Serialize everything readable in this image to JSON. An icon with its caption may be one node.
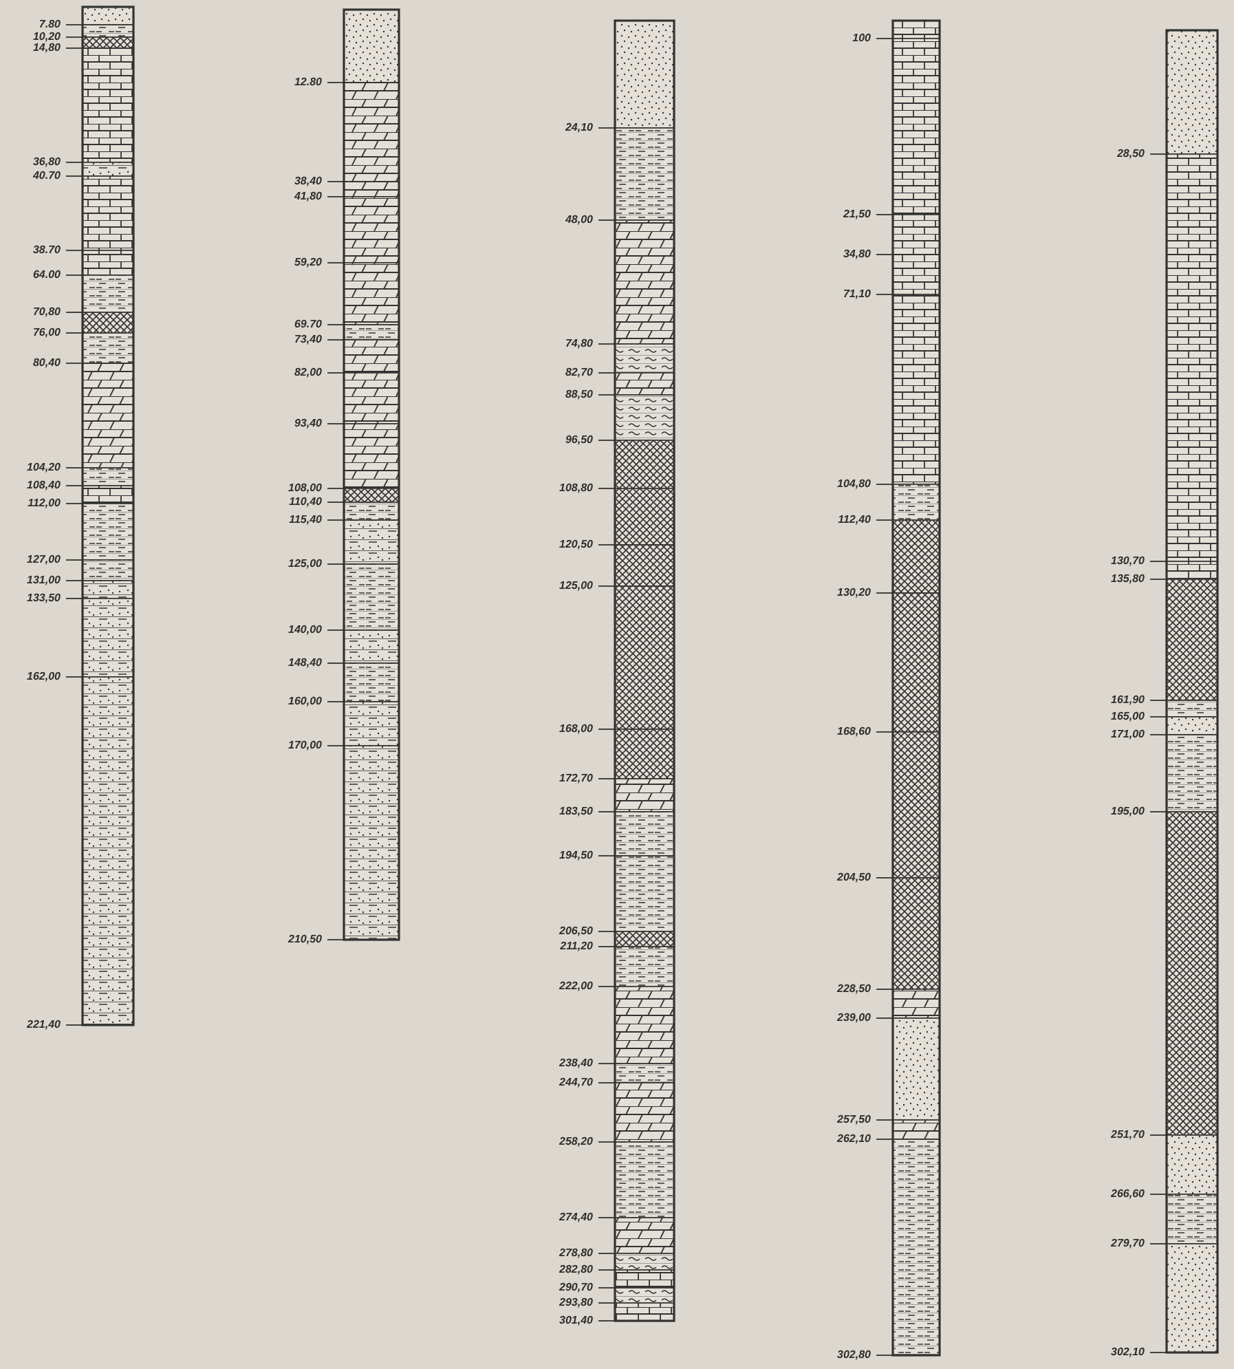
{
  "diagram": {
    "labels": [
      "7.80",
      "10,20",
      "14,80",
      "36,80",
      "40.70",
      "38.70",
      "64.00",
      "70,80",
      "76,00",
      "80,40",
      "104,20",
      "108,40",
      "112,00",
      "127,00",
      "131,00",
      "133,50",
      "162,00",
      "221,40",
      "12.80",
      "38,40",
      "41,80",
      "59,20",
      "69.70",
      "73,40",
      "82,00",
      "93,40",
      "108,00",
      "110,40",
      "115,40",
      "125,00",
      "140,00",
      "148,40",
      "160,00",
      "170,00",
      "210,50",
      "24,10",
      "48,00",
      "74,80",
      "82,70",
      "88,50",
      "96,50",
      "108,80",
      "120,50",
      "125,00",
      "168,00",
      "172,70",
      "183,50",
      "194,50",
      "206,50",
      "211,20",
      "222,00",
      "238,40",
      "244,70",
      "258,20",
      "274,40",
      "278,80",
      "282,80",
      "290,70",
      "293,80",
      "301,40",
      "100",
      "21,50",
      "34,80",
      "71,10",
      "104,80",
      "112,40",
      "130,20",
      "168,60",
      "204,50",
      "228,50",
      "239,00",
      "257,50",
      "262,10",
      "302,80",
      "28,50",
      "130,70",
      "135,80",
      "161,90",
      "165,00",
      "171,00",
      "195,00",
      "251,70",
      "266,60",
      "279,70",
      "302,10"
    ]
  }
}
